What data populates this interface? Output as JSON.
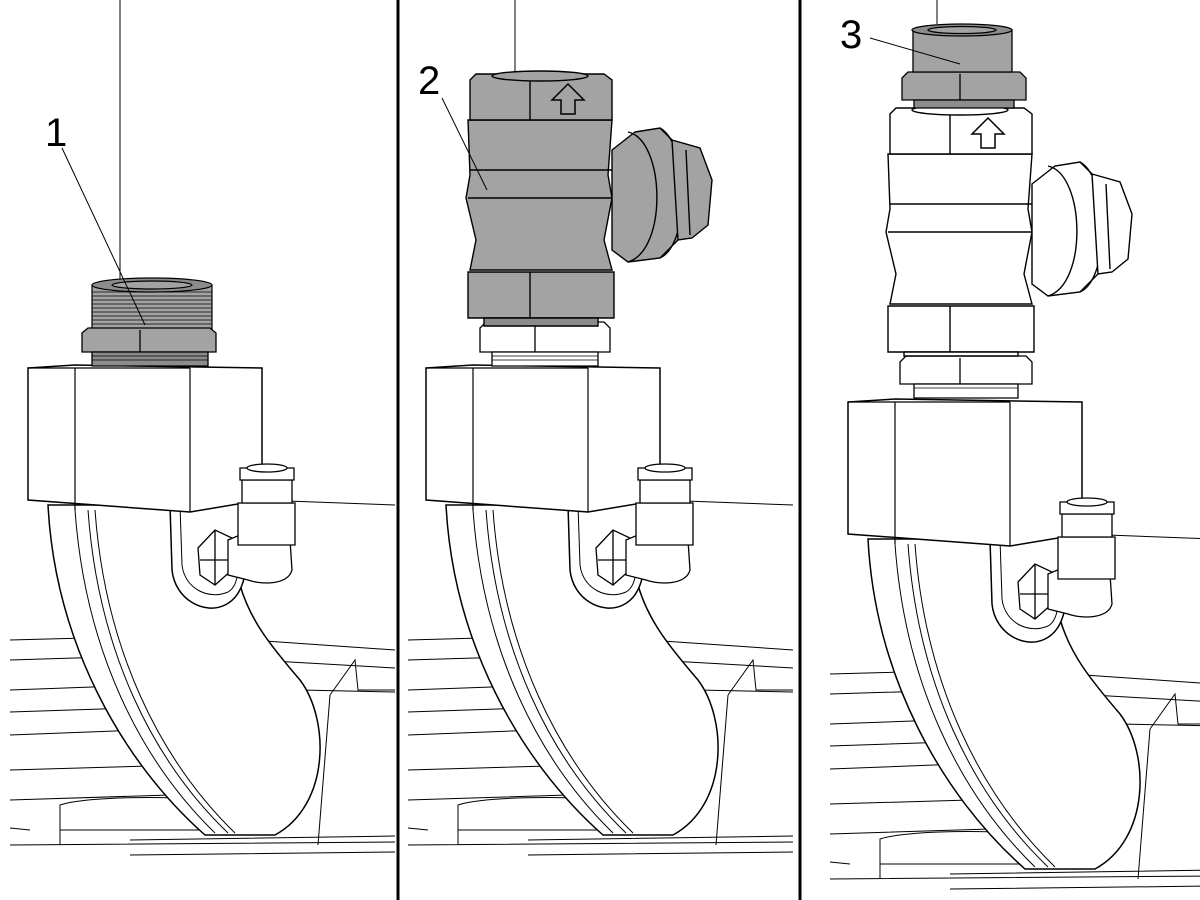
{
  "figure": {
    "panels": [
      {
        "callout": "1",
        "valve_installed": false,
        "body_shading": "none",
        "nut_shading": "gray"
      },
      {
        "callout": "2",
        "valve_installed": true,
        "body_shading": "gray",
        "nut_shading": "white"
      },
      {
        "callout": "3",
        "valve_installed": true,
        "body_shading": "white",
        "nut_shading": "white",
        "cap_shading": "gray"
      }
    ],
    "colors": {
      "line": "#000000",
      "gray_fill": "#a3a3a3",
      "gray_dark": "#8c8c8c",
      "white_fill": "#ffffff",
      "divider": "#000000"
    },
    "icons": [
      "flow-arrow-icon"
    ]
  }
}
